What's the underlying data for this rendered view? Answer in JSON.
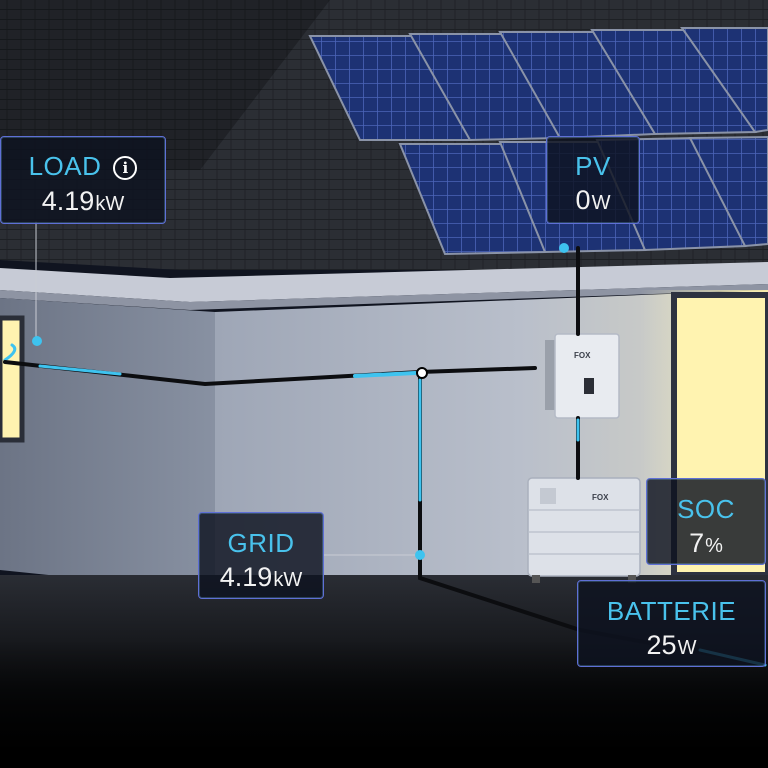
{
  "load": {
    "label": "LOAD",
    "value": "4.19",
    "unit": "kW",
    "info_icon": "info-icon"
  },
  "pv": {
    "label": "PV",
    "value": "0",
    "unit": "W"
  },
  "grid": {
    "label": "GRID",
    "value": "4.19",
    "unit": "kW"
  },
  "soc": {
    "label": "SOC",
    "value": "7",
    "unit": "%"
  },
  "battery": {
    "label": "BATTERIE",
    "value": "25",
    "unit": "W"
  },
  "brand": {
    "inverter_logo": "FOX",
    "battery_logo": "FOX"
  },
  "colors": {
    "flow": "#3ec3ef",
    "card_border": "#5f6fd6",
    "label": "#49c2ec",
    "window": "#fff3b0"
  }
}
